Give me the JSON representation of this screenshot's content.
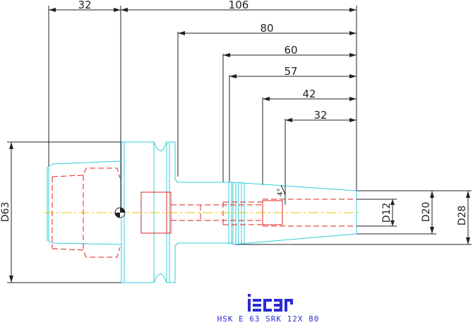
{
  "drawing": {
    "top_dimensions": [
      {
        "id": "dim-32-left",
        "label": "32"
      },
      {
        "id": "dim-106",
        "label": "106"
      },
      {
        "id": "dim-80",
        "label": "80"
      },
      {
        "id": "dim-60",
        "label": "60"
      },
      {
        "id": "dim-57",
        "label": "57"
      },
      {
        "id": "dim-42",
        "label": "42"
      },
      {
        "id": "dim-32-right",
        "label": "32"
      }
    ],
    "diameter_dimensions": [
      {
        "id": "dim-d63",
        "label": "D63"
      },
      {
        "id": "dim-d12",
        "label": "D12"
      },
      {
        "id": "dim-d20",
        "label": "D20"
      },
      {
        "id": "dim-d28",
        "label": "D28"
      }
    ],
    "angle_label": "4°",
    "logo_text": "iscar",
    "part_number": "HSK E 63 SRK 12X 80"
  },
  "colors": {
    "body_outline": "#33ccdd",
    "hidden_lines": "#e02020",
    "dimension_lines": "#222222",
    "centerline": "#e8c000",
    "logo": "#2b2bd6"
  }
}
